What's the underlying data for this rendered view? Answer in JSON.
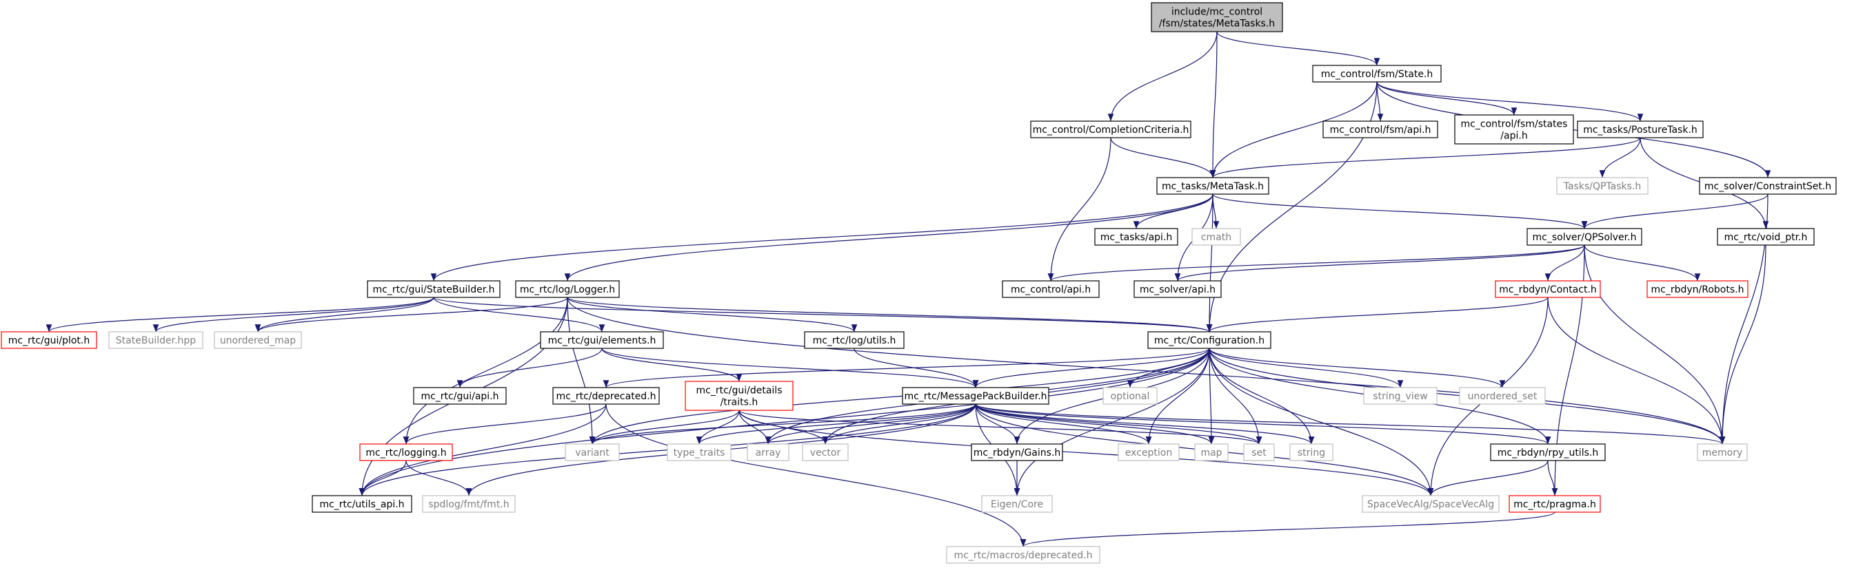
{
  "colors": {
    "edge": "#191970",
    "node_border_normal": "#000000",
    "node_border_missing": "#bfbfbf",
    "node_border_truncated": "#ff0000",
    "text_normal": "#000000",
    "text_missing": "#7f7f7f",
    "root_fill": "#bfbfbf"
  },
  "nodes": [
    {
      "id": "root",
      "lines": [
        "include/mc_control",
        "/fsm/states/MetaTasks.h"
      ],
      "kind": "root"
    },
    {
      "id": "state",
      "lines": [
        "mc_control/fsm/State.h"
      ],
      "kind": "normal"
    },
    {
      "id": "completion",
      "lines": [
        "mc_control/CompletionCriteria.h"
      ],
      "kind": "normal"
    },
    {
      "id": "fsm_api",
      "lines": [
        "mc_control/fsm/api.h"
      ],
      "kind": "normal"
    },
    {
      "id": "fsm_states_api",
      "lines": [
        "mc_control/fsm/states",
        "/api.h"
      ],
      "kind": "normal"
    },
    {
      "id": "posture",
      "lines": [
        "mc_tasks/PostureTask.h"
      ],
      "kind": "normal"
    },
    {
      "id": "metatask",
      "lines": [
        "mc_tasks/MetaTask.h"
      ],
      "kind": "normal"
    },
    {
      "id": "qptasks",
      "lines": [
        "Tasks/QPTasks.h"
      ],
      "kind": "missing"
    },
    {
      "id": "constraintset",
      "lines": [
        "mc_solver/ConstraintSet.h"
      ],
      "kind": "normal"
    },
    {
      "id": "tasks_api",
      "lines": [
        "mc_tasks/api.h"
      ],
      "kind": "normal"
    },
    {
      "id": "cmath",
      "lines": [
        "cmath"
      ],
      "kind": "missing"
    },
    {
      "id": "qpsolver",
      "lines": [
        "mc_solver/QPSolver.h"
      ],
      "kind": "normal"
    },
    {
      "id": "void_ptr",
      "lines": [
        "mc_rtc/void_ptr.h"
      ],
      "kind": "normal"
    },
    {
      "id": "statebuilder",
      "lines": [
        "mc_rtc/gui/StateBuilder.h"
      ],
      "kind": "normal"
    },
    {
      "id": "logger",
      "lines": [
        "mc_rtc/log/Logger.h"
      ],
      "kind": "normal"
    },
    {
      "id": "control_api",
      "lines": [
        "mc_control/api.h"
      ],
      "kind": "normal"
    },
    {
      "id": "solver_api",
      "lines": [
        "mc_solver/api.h"
      ],
      "kind": "normal"
    },
    {
      "id": "contact",
      "lines": [
        "mc_rbdyn/Contact.h"
      ],
      "kind": "truncated"
    },
    {
      "id": "robots",
      "lines": [
        "mc_rbdyn/Robots.h"
      ],
      "kind": "truncated"
    },
    {
      "id": "plot",
      "lines": [
        "mc_rtc/gui/plot.h"
      ],
      "kind": "truncated"
    },
    {
      "id": "statebuilder_hpp",
      "lines": [
        "StateBuilder.hpp"
      ],
      "kind": "missing"
    },
    {
      "id": "unordered_map",
      "lines": [
        "unordered_map"
      ],
      "kind": "missing"
    },
    {
      "id": "gui_elements",
      "lines": [
        "mc_rtc/gui/elements.h"
      ],
      "kind": "normal"
    },
    {
      "id": "log_utils",
      "lines": [
        "mc_rtc/log/utils.h"
      ],
      "kind": "normal"
    },
    {
      "id": "configuration",
      "lines": [
        "mc_rtc/Configuration.h"
      ],
      "kind": "normal"
    },
    {
      "id": "gui_api",
      "lines": [
        "mc_rtc/gui/api.h"
      ],
      "kind": "normal"
    },
    {
      "id": "deprecated",
      "lines": [
        "mc_rtc/deprecated.h"
      ],
      "kind": "normal"
    },
    {
      "id": "traits",
      "lines": [
        "mc_rtc/gui/details",
        "/traits.h"
      ],
      "kind": "truncated"
    },
    {
      "id": "msgpack",
      "lines": [
        "mc_rtc/MessagePackBuilder.h"
      ],
      "kind": "normal"
    },
    {
      "id": "optional",
      "lines": [
        "optional"
      ],
      "kind": "missing"
    },
    {
      "id": "string_view",
      "lines": [
        "string_view"
      ],
      "kind": "missing"
    },
    {
      "id": "unordered_set",
      "lines": [
        "unordered_set"
      ],
      "kind": "missing"
    },
    {
      "id": "logging",
      "lines": [
        "mc_rtc/logging.h"
      ],
      "kind": "truncated"
    },
    {
      "id": "variant",
      "lines": [
        "variant"
      ],
      "kind": "missing"
    },
    {
      "id": "type_traits",
      "lines": [
        "type_traits"
      ],
      "kind": "missing"
    },
    {
      "id": "array",
      "lines": [
        "array"
      ],
      "kind": "missing"
    },
    {
      "id": "vector",
      "lines": [
        "vector"
      ],
      "kind": "missing"
    },
    {
      "id": "gains",
      "lines": [
        "mc_rbdyn/Gains.h"
      ],
      "kind": "normal"
    },
    {
      "id": "exception",
      "lines": [
        "exception"
      ],
      "kind": "missing"
    },
    {
      "id": "map",
      "lines": [
        "map"
      ],
      "kind": "missing"
    },
    {
      "id": "set",
      "lines": [
        "set"
      ],
      "kind": "missing"
    },
    {
      "id": "string",
      "lines": [
        "string"
      ],
      "kind": "missing"
    },
    {
      "id": "rpy_utils",
      "lines": [
        "mc_rbdyn/rpy_utils.h"
      ],
      "kind": "normal"
    },
    {
      "id": "memory",
      "lines": [
        "memory"
      ],
      "kind": "missing"
    },
    {
      "id": "utils_api",
      "lines": [
        "mc_rtc/utils_api.h"
      ],
      "kind": "normal"
    },
    {
      "id": "fmt",
      "lines": [
        "spdlog/fmt/fmt.h"
      ],
      "kind": "missing"
    },
    {
      "id": "eigen",
      "lines": [
        "Eigen/Core"
      ],
      "kind": "missing"
    },
    {
      "id": "spacevecalg",
      "lines": [
        "SpaceVecAlg/SpaceVecAlg"
      ],
      "kind": "missing"
    },
    {
      "id": "pragma",
      "lines": [
        "mc_rtc/pragma.h"
      ],
      "kind": "truncated"
    },
    {
      "id": "macros_deprecated",
      "lines": [
        "mc_rtc/macros/deprecated.h"
      ],
      "kind": "missing"
    }
  ],
  "edges": [
    [
      "root",
      "state"
    ],
    [
      "root",
      "completion"
    ],
    [
      "root",
      "metatask"
    ],
    [
      "state",
      "fsm_api"
    ],
    [
      "state",
      "fsm_states_api"
    ],
    [
      "state",
      "posture"
    ],
    [
      "state",
      "constraintset"
    ],
    [
      "state",
      "metatask"
    ],
    [
      "state",
      "configuration"
    ],
    [
      "completion",
      "metatask"
    ],
    [
      "completion",
      "control_api"
    ],
    [
      "posture",
      "metatask"
    ],
    [
      "posture",
      "qptasks"
    ],
    [
      "posture",
      "void_ptr"
    ],
    [
      "constraintset",
      "qpsolver"
    ],
    [
      "constraintset",
      "memory"
    ],
    [
      "metatask",
      "tasks_api"
    ],
    [
      "metatask",
      "cmath"
    ],
    [
      "metatask",
      "qpsolver"
    ],
    [
      "metatask",
      "statebuilder"
    ],
    [
      "metatask",
      "logger"
    ],
    [
      "metatask",
      "solver_api"
    ],
    [
      "metatask",
      "configuration"
    ],
    [
      "qpsolver",
      "control_api"
    ],
    [
      "qpsolver",
      "solver_api"
    ],
    [
      "qpsolver",
      "contact"
    ],
    [
      "qpsolver",
      "robots"
    ],
    [
      "qpsolver",
      "memory"
    ],
    [
      "qpsolver",
      "pragma"
    ],
    [
      "void_ptr",
      "memory"
    ],
    [
      "contact",
      "configuration"
    ],
    [
      "contact",
      "memory"
    ],
    [
      "contact",
      "spacevecalg"
    ],
    [
      "statebuilder",
      "plot"
    ],
    [
      "statebuilder",
      "statebuilder_hpp"
    ],
    [
      "statebuilder",
      "unordered_map"
    ],
    [
      "statebuilder",
      "gui_elements"
    ],
    [
      "statebuilder",
      "configuration"
    ],
    [
      "logger",
      "unordered_map"
    ],
    [
      "logger",
      "log_utils"
    ],
    [
      "logger",
      "configuration"
    ],
    [
      "logger",
      "logging"
    ],
    [
      "logger",
      "utils_api"
    ],
    [
      "logger",
      "variant"
    ],
    [
      "logger",
      "memory"
    ],
    [
      "gui_elements",
      "gui_api"
    ],
    [
      "gui_elements",
      "traits"
    ],
    [
      "gui_elements",
      "msgpack"
    ],
    [
      "log_utils",
      "msgpack"
    ],
    [
      "configuration",
      "deprecated"
    ],
    [
      "configuration",
      "msgpack"
    ],
    [
      "configuration",
      "optional"
    ],
    [
      "configuration",
      "string_view"
    ],
    [
      "configuration",
      "unordered_set"
    ],
    [
      "configuration",
      "variant"
    ],
    [
      "configuration",
      "array"
    ],
    [
      "configuration",
      "vector"
    ],
    [
      "configuration",
      "gains"
    ],
    [
      "configuration",
      "exception"
    ],
    [
      "configuration",
      "map"
    ],
    [
      "configuration",
      "set"
    ],
    [
      "configuration",
      "string"
    ],
    [
      "configuration",
      "rpy_utils"
    ],
    [
      "configuration",
      "memory"
    ],
    [
      "configuration",
      "utils_api"
    ],
    [
      "configuration",
      "eigen"
    ],
    [
      "configuration",
      "spacevecalg"
    ],
    [
      "deprecated",
      "logging"
    ],
    [
      "deprecated",
      "utils_api"
    ],
    [
      "deprecated",
      "macros_deprecated"
    ],
    [
      "traits",
      "variant"
    ],
    [
      "traits",
      "type_traits"
    ],
    [
      "traits",
      "array"
    ],
    [
      "traits",
      "vector"
    ],
    [
      "traits",
      "set"
    ],
    [
      "traits",
      "spacevecalg"
    ],
    [
      "msgpack",
      "variant"
    ],
    [
      "msgpack",
      "type_traits"
    ],
    [
      "msgpack",
      "array"
    ],
    [
      "msgpack",
      "vector"
    ],
    [
      "msgpack",
      "gains"
    ],
    [
      "msgpack",
      "exception"
    ],
    [
      "msgpack",
      "map"
    ],
    [
      "msgpack",
      "set"
    ],
    [
      "msgpack",
      "string"
    ],
    [
      "msgpack",
      "rpy_utils"
    ],
    [
      "msgpack",
      "memory"
    ],
    [
      "msgpack",
      "utils_api"
    ],
    [
      "msgpack",
      "fmt"
    ],
    [
      "msgpack",
      "eigen"
    ],
    [
      "msgpack",
      "spacevecalg"
    ],
    [
      "logging",
      "utils_api"
    ],
    [
      "logging",
      "fmt"
    ],
    [
      "gains",
      "eigen"
    ],
    [
      "rpy_utils",
      "spacevecalg"
    ],
    [
      "rpy_utils",
      "pragma"
    ],
    [
      "pragma",
      "macros_deprecated"
    ]
  ]
}
